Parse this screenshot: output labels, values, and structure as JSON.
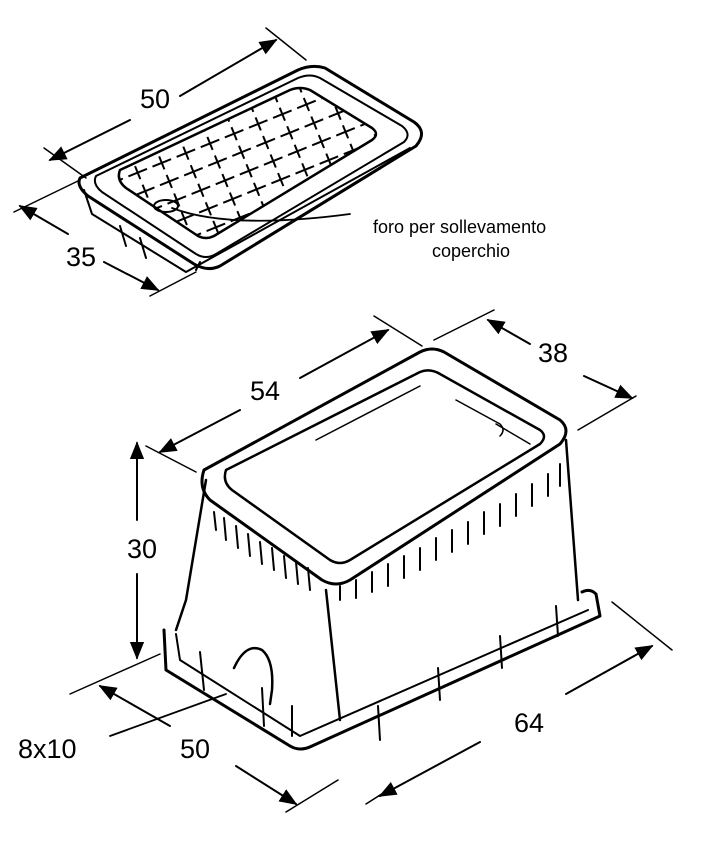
{
  "lid": {
    "length": "50",
    "width": "35",
    "note_line1": "foro per sollevamento",
    "note_line2": "coperchio"
  },
  "box": {
    "top_length": "54",
    "top_width": "38",
    "height": "30",
    "base_width": "50",
    "base_length": "64",
    "slot": "8x10"
  }
}
